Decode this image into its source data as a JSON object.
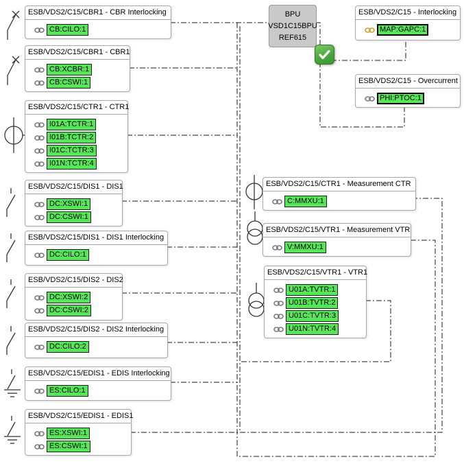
{
  "diagram": {
    "ied": {
      "lines": [
        "BPU",
        "VSD1C15BPU",
        "REF615"
      ],
      "status_icon": "green-checkmark"
    },
    "colors": {
      "label_green": "#57e657",
      "selected_icon_gold": "#c9a227",
      "box_border_gray": "#a8a8a8",
      "ied_fill_gray": "#c9c9c9",
      "connection_line": "#1a1a1a",
      "checkmark_green": "#4aa83e"
    },
    "boxes": [
      {
        "id": "cbr-int",
        "title": "ESB/VDS2/C15/CBR1 - CBR Interlocking",
        "icon": "circuit-breaker",
        "labels": [
          {
            "text": "CB:CILO:1",
            "selected": false,
            "gold_icon": false
          }
        ]
      },
      {
        "id": "cbr1",
        "title": "ESB/VDS2/C15/CBR1 - CBR1",
        "icon": "circuit-breaker",
        "labels": [
          {
            "text": "CB:XCBR:1",
            "selected": false,
            "gold_icon": false
          },
          {
            "text": "CB:CSWI:1",
            "selected": false,
            "gold_icon": false
          }
        ]
      },
      {
        "id": "ctr1",
        "title": "ESB/VDS2/C15/CTR1 - CTR1",
        "icon": "current-transformer",
        "labels": [
          {
            "text": "I01A:TCTR:1",
            "selected": false,
            "gold_icon": false
          },
          {
            "text": "I01B:TCTR:2",
            "selected": false,
            "gold_icon": false
          },
          {
            "text": "I01C:TCTR:3",
            "selected": false,
            "gold_icon": false
          },
          {
            "text": "I01N:TCTR:4",
            "selected": false,
            "gold_icon": false
          }
        ]
      },
      {
        "id": "dis1",
        "title": "ESB/VDS2/C15/DIS1 - DIS1",
        "icon": "disconnector",
        "labels": [
          {
            "text": "DC:XSWI:1",
            "selected": false,
            "gold_icon": false
          },
          {
            "text": "DC:CSWI:1",
            "selected": false,
            "gold_icon": false
          }
        ]
      },
      {
        "id": "dis1-int",
        "title": "ESB/VDS2/C15/DIS1 - DIS1 Interlocking",
        "icon": "disconnector",
        "labels": [
          {
            "text": "DC:CILO:1",
            "selected": false,
            "gold_icon": false
          }
        ]
      },
      {
        "id": "dis2",
        "title": "ESB/VDS2/C15/DIS2 - DIS2",
        "icon": "disconnector",
        "labels": [
          {
            "text": "DC:XSWI:2",
            "selected": false,
            "gold_icon": false
          },
          {
            "text": "DC:CSWI:2",
            "selected": false,
            "gold_icon": false
          }
        ]
      },
      {
        "id": "dis2-int",
        "title": "ESB/VDS2/C15/DIS2 - DIS2 Interlocking",
        "icon": "disconnector",
        "labels": [
          {
            "text": "DC:CILO:2",
            "selected": false,
            "gold_icon": false
          }
        ]
      },
      {
        "id": "edis-int",
        "title": "ESB/VDS2/C15/EDIS1 - EDIS Interlocking",
        "icon": "earth-switch",
        "labels": [
          {
            "text": "ES:CILO:1",
            "selected": false,
            "gold_icon": false
          }
        ]
      },
      {
        "id": "edis1",
        "title": "ESB/VDS2/C15/EDIS1 - EDIS1",
        "icon": "earth-switch",
        "labels": [
          {
            "text": "ES:XSWI:1",
            "selected": false,
            "gold_icon": false
          },
          {
            "text": "ES:CSWI:1",
            "selected": false,
            "gold_icon": false
          }
        ]
      },
      {
        "id": "interlocking",
        "title": "ESB/VDS2/C15 - Interlocking",
        "icon": null,
        "labels": [
          {
            "text": "MAP:GAPC:1",
            "selected": true,
            "gold_icon": true
          }
        ]
      },
      {
        "id": "overcurrent",
        "title": "ESB/VDS2/C15 - Overcurrent",
        "icon": null,
        "labels": [
          {
            "text": "PHI:PTOC:1",
            "selected": true,
            "gold_icon": false
          }
        ]
      },
      {
        "id": "meas-ctr",
        "title": "ESB/VDS2/C15/CTR1 - Measurement CTR",
        "icon": "current-transformer",
        "labels": [
          {
            "text": "C:MMXU:1",
            "selected": false,
            "gold_icon": false
          }
        ]
      },
      {
        "id": "meas-vtr",
        "title": "ESB/VDS2/C15/VTR1 - Measurement VTR",
        "icon": "voltage-transformer",
        "labels": [
          {
            "text": "V:MMXU:1",
            "selected": false,
            "gold_icon": false
          }
        ]
      },
      {
        "id": "vtr1",
        "title": "ESB/VDS2/C15/VTR1 - VTR1",
        "icon": "voltage-transformer",
        "labels": [
          {
            "text": "U01A:TVTR:1",
            "selected": false,
            "gold_icon": false
          },
          {
            "text": "U01B:TVTR:2",
            "selected": false,
            "gold_icon": false
          },
          {
            "text": "U01C:TVTR:3",
            "selected": false,
            "gold_icon": false
          },
          {
            "text": "U01N:TVTR:4",
            "selected": false,
            "gold_icon": false
          }
        ]
      }
    ],
    "connections": [
      {
        "from": "cbr-int",
        "to": "ied"
      },
      {
        "from": "cbr1",
        "to": "ied-trunk"
      },
      {
        "from": "ctr1",
        "to": "ied-trunk"
      },
      {
        "from": "dis1",
        "to": "ied-trunk"
      },
      {
        "from": "dis1-int",
        "to": "ied-trunk"
      },
      {
        "from": "dis2",
        "to": "ied-trunk"
      },
      {
        "from": "dis2-int",
        "to": "ied-trunk"
      },
      {
        "from": "edis-int",
        "to": "ied-trunk"
      },
      {
        "from": "edis1",
        "to": "meas-ctr"
      },
      {
        "from": "meas-vtr",
        "to": "ied-trunk"
      },
      {
        "from": "vtr1",
        "to": "ied-trunk"
      },
      {
        "from": "ied",
        "to": "overcurrent"
      },
      {
        "from": "ied",
        "to": "interlocking"
      }
    ]
  }
}
